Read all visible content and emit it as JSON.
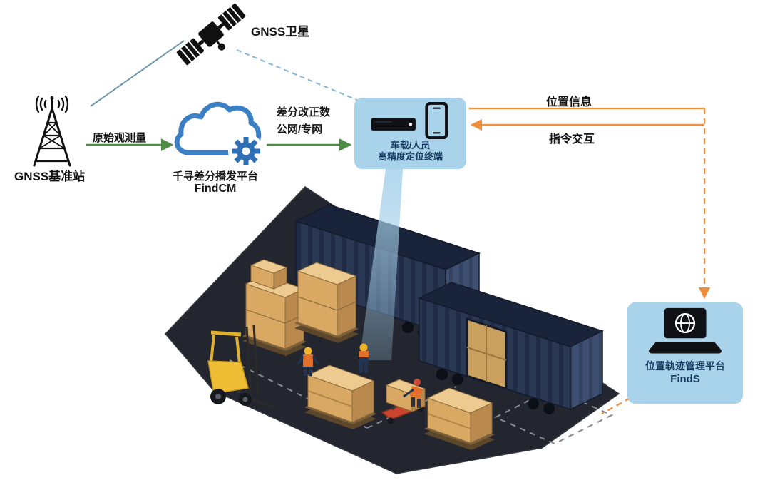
{
  "colors": {
    "arrow_green": "#4e8c45",
    "arrow_orange": "#ed8f3f",
    "satellite_link_blue": "#85b8d8",
    "panel_blue": "#a9d3ea",
    "cloud_blue": "#3b7fc4",
    "gear_blue": "#2f6fb5",
    "panel_text_navy": "#16395f",
    "container_navy": "#2a3854",
    "box_tan": "#d9a964",
    "forklift_yellow": "#eebd34"
  },
  "icons": {
    "satellite": "gnss-satellite-icon",
    "base_station": "radio-tower-icon",
    "cloud_platform": "cloud-gear-icon",
    "terminal": "receiver-and-phone-icon",
    "management_platform": "laptop-globe-icon"
  },
  "nodes": {
    "satellite": {
      "label": "GNSS卫星"
    },
    "base_station": {
      "label": "GNSS基准站"
    },
    "cloud_platform": {
      "name": "千寻差分播发平台",
      "product": "FindCM"
    },
    "terminal": {
      "line1": "车载/人员",
      "line2": "高精度定位终端"
    },
    "management_platform": {
      "name": "位置轨迹管理平台",
      "product": "FindS"
    }
  },
  "flows": {
    "raw_observation": {
      "label": "原始观测量"
    },
    "correction": {
      "label_line1": "差分改正数",
      "label_line2": "公网/专网"
    },
    "position_info": {
      "label": "位置信息"
    },
    "command_interaction": {
      "label": "指令交互"
    }
  }
}
